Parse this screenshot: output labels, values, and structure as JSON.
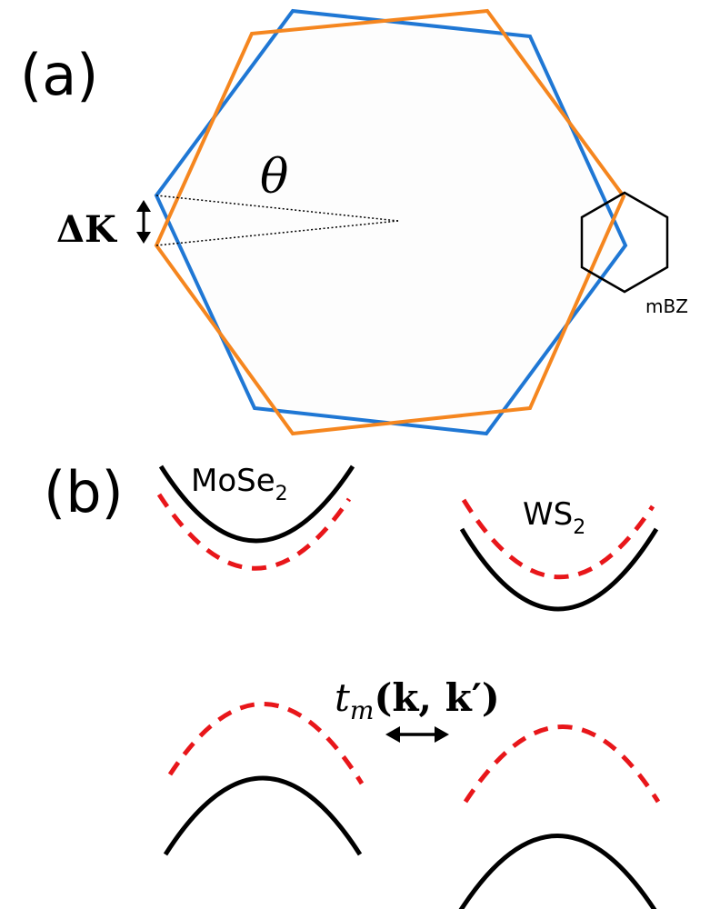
{
  "panel_a": {
    "label": "(a)",
    "angle_label": "θ",
    "delta_k_label": "ΔK",
    "mbz_label": "mBZ",
    "colors": {
      "hexagon_1": "#1f77d4",
      "hexagon_2": "#f5861f",
      "outline": "#000000"
    }
  },
  "panel_b": {
    "label": "(b)",
    "material_1": {
      "base": "MoSe",
      "sub": "2"
    },
    "material_2": {
      "base": "WS",
      "sub": "2"
    },
    "tunneling": {
      "t": "t",
      "sub": "m",
      "args": "(k, k′)"
    },
    "colors": {
      "solid": "#000000",
      "dashed": "#e8161a"
    }
  }
}
